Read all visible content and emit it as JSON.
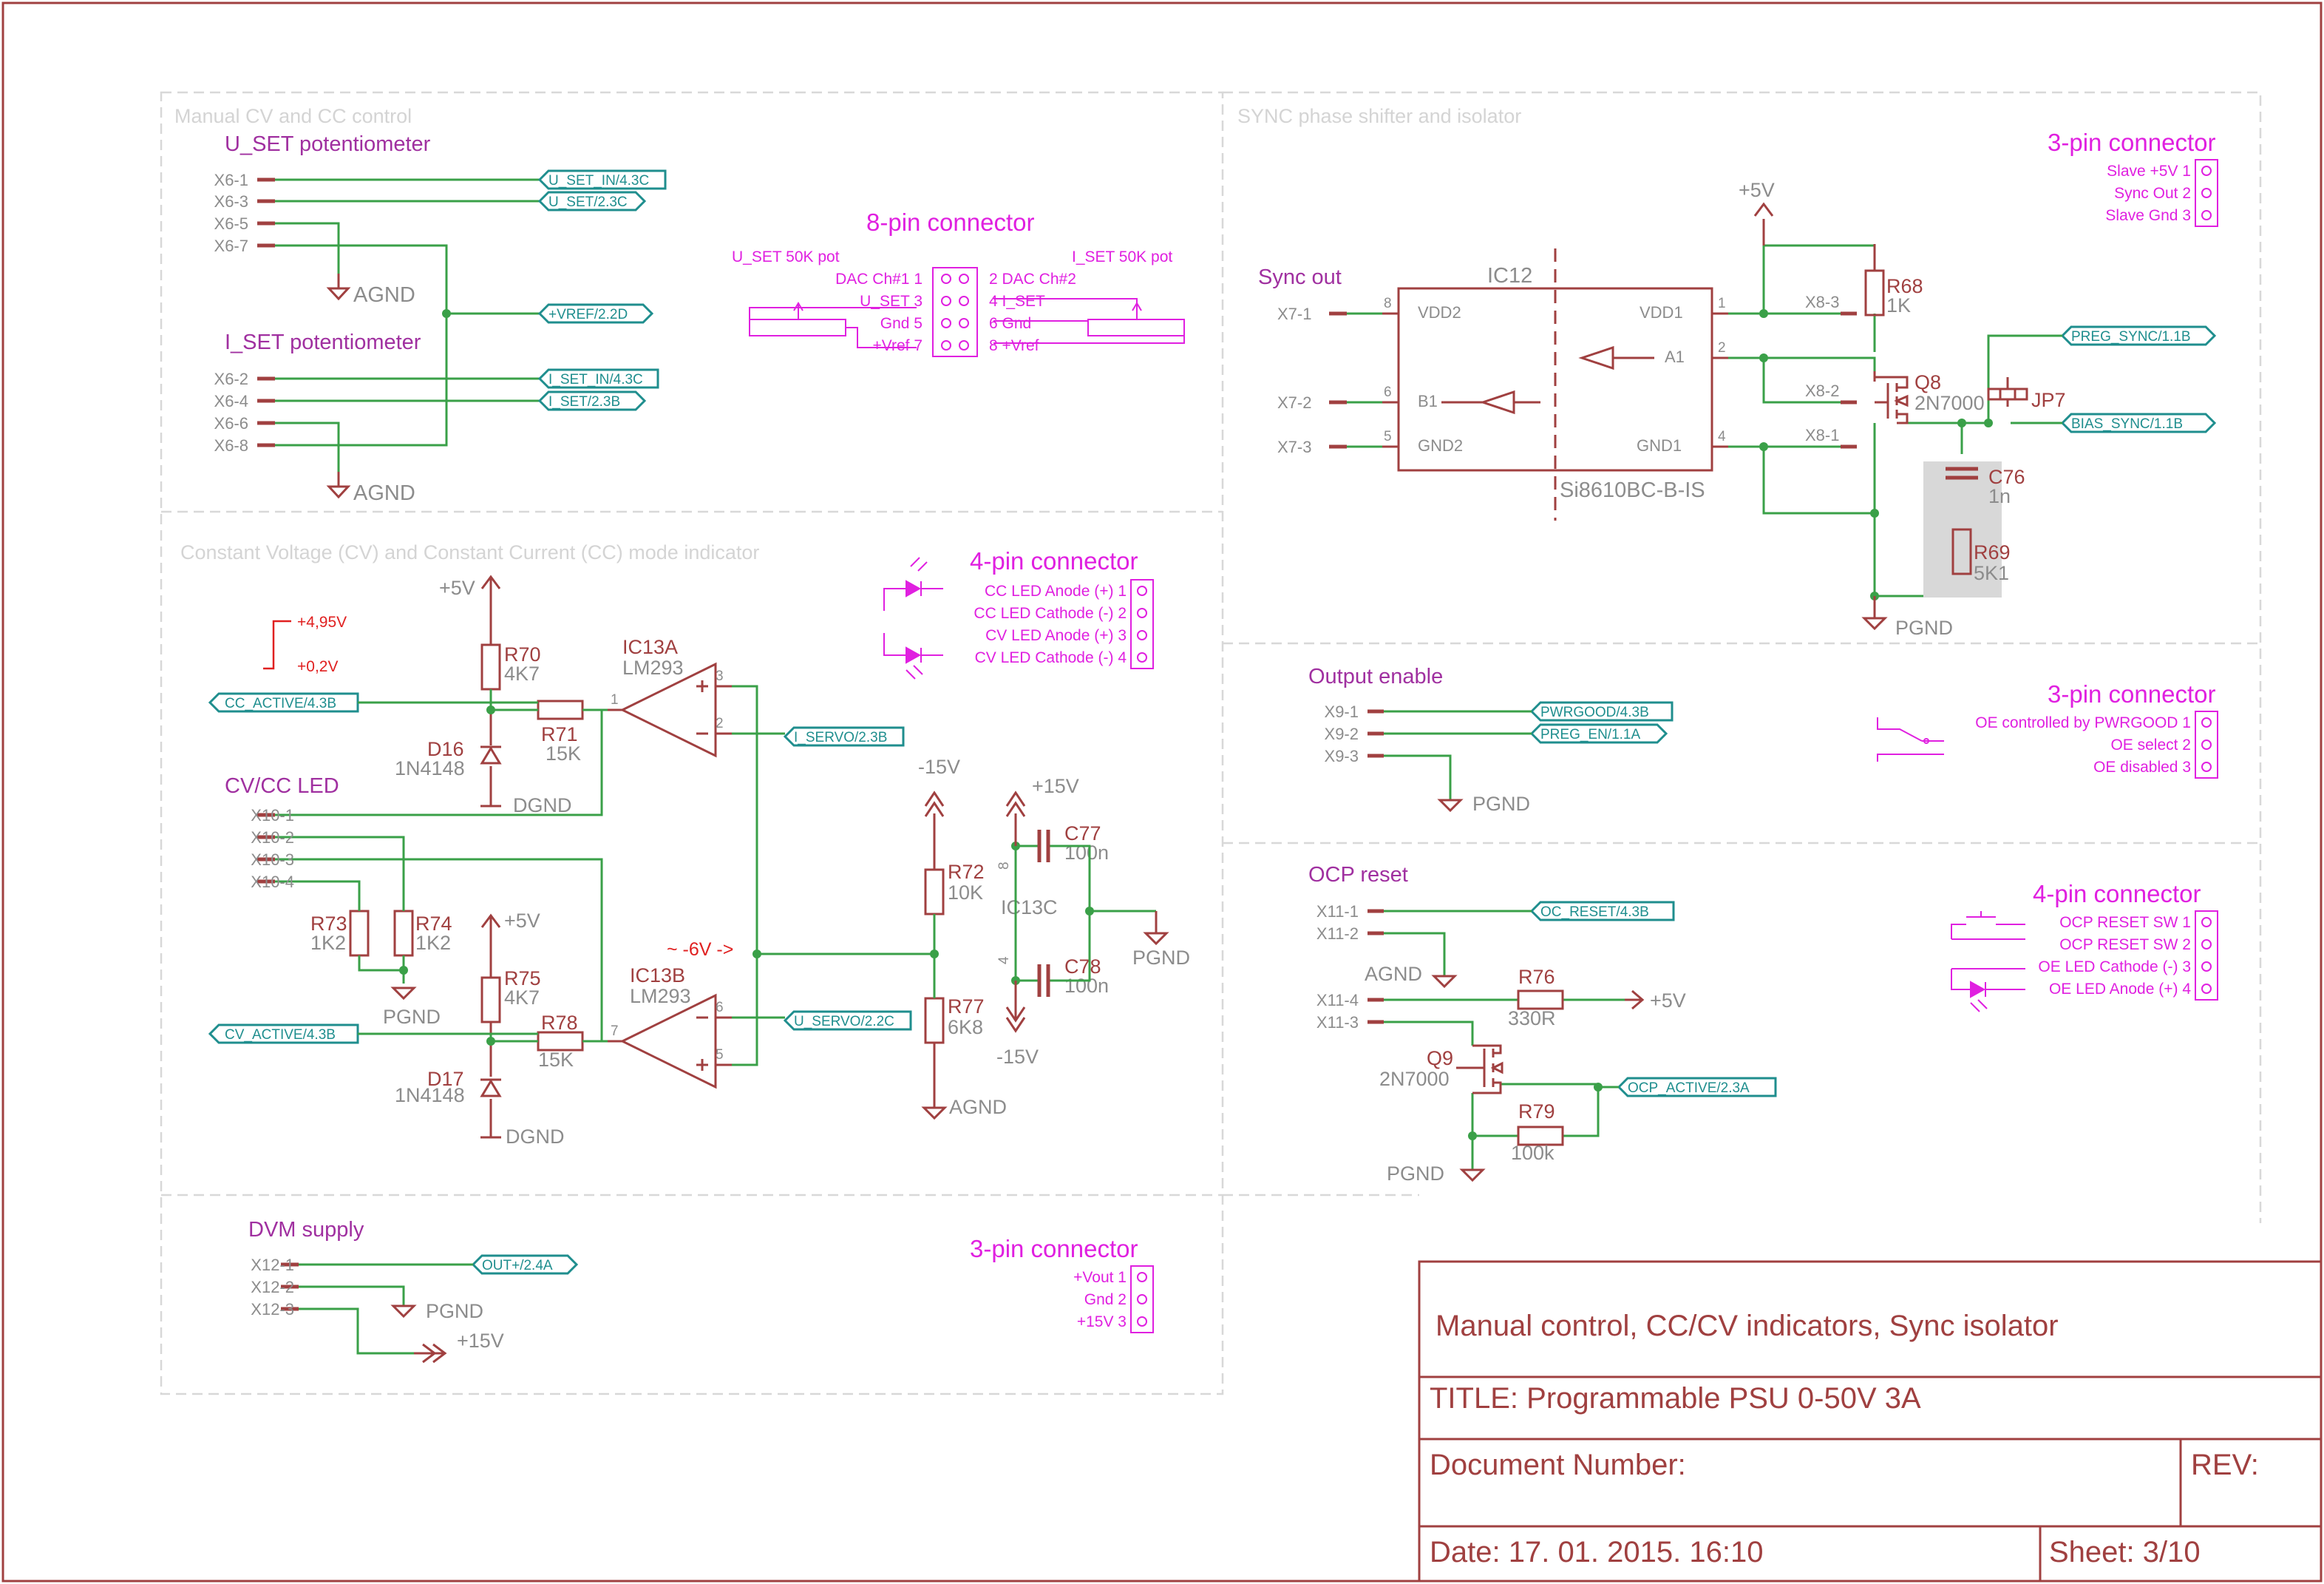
{
  "colors": {
    "frame": "#a04040",
    "wire": "#3aa048",
    "junction": "#3aa048",
    "label_gray": "#8c8c8c",
    "net_label": "#1f8e8e",
    "connector_pink": "#e020e0",
    "section_purple": "#a030a0",
    "annotation_red": "#e02020",
    "section_border": "#d8d8d8",
    "highlight": "#d8d8d8"
  },
  "sections": {
    "manual": "Manual CV and CC control",
    "sync": "SYNC phase shifter and isolator",
    "indicator": "Constant Voltage (CV) and Constant Current (CC) mode indicator",
    "output_enable": "Output enable",
    "ocp_reset": "OCP reset",
    "dvm": "DVM supply",
    "sync_out": "Sync out",
    "cvcc_led": "CV/CC LED",
    "u_set_pot": "U_SET potentiometer",
    "i_set_pot": "I_SET potentiometer"
  },
  "pins": {
    "x6_1": "X6-1",
    "x6_3": "X6-3",
    "x6_5": "X6-5",
    "x6_7": "X6-7",
    "x6_2": "X6-2",
    "x6_4": "X6-4",
    "x6_6": "X6-6",
    "x6_8": "X6-8",
    "x7_1": "X7-1",
    "x7_2": "X7-2",
    "x7_3": "X7-3",
    "x8_3": "X8-3",
    "x8_2": "X8-2",
    "x8_1": "X8-1",
    "x9_1": "X9-1",
    "x9_2": "X9-2",
    "x9_3": "X9-3",
    "x10_1": "X10-1",
    "x10_2": "X10-2",
    "x10_3": "X10-3",
    "x10_4": "X10-4",
    "x11_1": "X11-1",
    "x11_2": "X11-2",
    "x11_4": "X11-4",
    "x11_3": "X11-3",
    "x12_1": "X12-1",
    "x12_2": "X12-2",
    "x12_3": "X12-3"
  },
  "nets": {
    "u_set_in": "U_SET_IN/4.3C",
    "u_set": "U_SET/2.3C",
    "vref": "+VREF/2.2D",
    "i_set_in": "I_SET_IN/4.3C",
    "i_set": "I_SET/2.3B",
    "cc_active": "CC_ACTIVE/4.3B",
    "cv_active": "CV_ACTIVE/4.3B",
    "i_servo": "I_SERVO/2.3B",
    "u_servo": "U_SERVO/2.2C",
    "out_plus": "OUT+/2.4A",
    "preg_sync": "PREG_SYNC/1.1B",
    "bias_sync": "BIAS_SYNC/1.1B",
    "pwrgood": "PWRGOOD/4.3B",
    "preg_en": "PREG_EN/1.1A",
    "ocp_reset": "OC_RESET/4.3B",
    "ocp_active": "OCP_ACTIVE/2.3A"
  },
  "power": {
    "agnd": "AGND",
    "dgnd": "DGND",
    "pgnd": "PGND",
    "p5v": "+5V",
    "p15v": "+15V",
    "m15v": "-15V"
  },
  "components": {
    "r70": {
      "ref": "R70",
      "val": "4K7"
    },
    "r71": {
      "ref": "R71",
      "val": "15K"
    },
    "d16": {
      "ref": "D16",
      "val": "1N4148"
    },
    "r73": {
      "ref": "R73",
      "val": "1K2"
    },
    "r74": {
      "ref": "R74",
      "val": "1K2"
    },
    "r75": {
      "ref": "R75",
      "val": "4K7"
    },
    "r78": {
      "ref": "R78",
      "val": "15K"
    },
    "d17": {
      "ref": "D17",
      "val": "1N4148"
    },
    "ic13a": {
      "ref": "IC13A",
      "val": "LM293"
    },
    "ic13b": {
      "ref": "IC13B",
      "val": "LM293"
    },
    "ic13c": {
      "ref": "IC13C"
    },
    "r72": {
      "ref": "R72",
      "val": "10K"
    },
    "r77": {
      "ref": "R77",
      "val": "6K8"
    },
    "c77": {
      "ref": "C77",
      "val": "100n"
    },
    "c78": {
      "ref": "C78",
      "val": "100n"
    },
    "ic12": {
      "ref": "IC12",
      "val": "Si8610BC-B-IS"
    },
    "r68": {
      "ref": "R68",
      "val": "1K"
    },
    "q8": {
      "ref": "Q8",
      "val": "2N7000"
    },
    "jp7": {
      "ref": "JP7"
    },
    "c76": {
      "ref": "C76",
      "val": "1n"
    },
    "r69": {
      "ref": "R69",
      "val": "5K1"
    },
    "r76": {
      "ref": "R76",
      "val": "330R"
    },
    "q9": {
      "ref": "Q9",
      "val": "2N7000"
    },
    "r79": {
      "ref": "R79",
      "val": "100k"
    }
  },
  "ic12_pins": {
    "vdd2": "VDD2",
    "b1": "B1",
    "gnd2": "GND2",
    "vdd1": "VDD1",
    "a1": "A1",
    "gnd1": "GND1",
    "n8": "8",
    "n6": "6",
    "n5": "5",
    "n1": "1",
    "n2": "2",
    "n4": "4"
  },
  "opamp_pins": {
    "a3": "3",
    "a2": "2",
    "a1": "1",
    "b6": "6",
    "b5": "5",
    "b7": "7",
    "c8": "8",
    "c4": "4"
  },
  "annotations": {
    "v495": "+4,95V",
    "v02": "+0,2V",
    "m6v": "~ -6V ->"
  },
  "connectors": {
    "eight": {
      "title": "8-pin connector",
      "u_pot": "U_SET 50K pot",
      "i_pot": "I_SET 50K pot",
      "left": [
        "DAC Ch#1 1",
        "U_SET 3",
        "Gnd 5",
        "+Vref 7"
      ],
      "right": [
        "2 DAC Ch#2",
        "4 I_SET",
        "6 Gnd",
        "8 +Vref"
      ]
    },
    "four_led": {
      "title": "4-pin connector",
      "pins": [
        "CC LED Anode (+) 1",
        "CC LED Cathode (-) 2",
        "CV LED Anode (+) 3",
        "CV LED Cathode (-) 4"
      ]
    },
    "three_dvm": {
      "title": "3-pin connector",
      "pins": [
        "+Vout 1",
        "Gnd 2",
        "+15V 3"
      ]
    },
    "three_sync": {
      "title": "3-pin connector",
      "pins": [
        "Slave +5V 1",
        "Sync Out 2",
        "Slave Gnd 3"
      ]
    },
    "three_oe": {
      "title": "3-pin connector",
      "pins": [
        "OE controlled by PWRGOOD 1",
        "OE select 2",
        "OE disabled 3"
      ]
    },
    "four_ocp": {
      "title": "4-pin connector",
      "pins": [
        "OCP RESET SW 1",
        "OCP RESET SW 2",
        "OE LED Cathode (-) 3",
        "OE LED Anode (+) 4"
      ]
    }
  },
  "title_block": {
    "subtitle": "Manual control, CC/CV indicators, Sync isolator",
    "title": "TITLE:  Programmable PSU 0-50V 3A",
    "doc_number": "Document Number:",
    "rev": "REV:",
    "date": "Date: 17. 01. 2015. 16:10",
    "sheet": "Sheet: 3/10"
  }
}
